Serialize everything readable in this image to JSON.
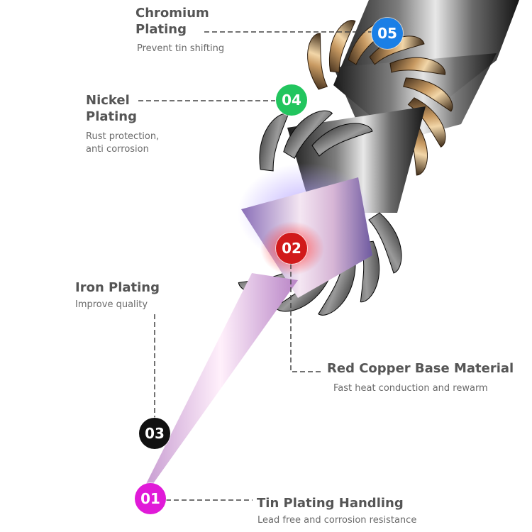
{
  "callouts": [
    {
      "number": "05",
      "title_line1": "Chromium",
      "title_line2": "Plating",
      "desc_line1": "Prevent tin shifting",
      "desc_line2": "",
      "badge_color": "#1a7fe6"
    },
    {
      "number": "04",
      "title_line1": "Nickel",
      "title_line2": "Plating",
      "desc_line1": "Rust protection,",
      "desc_line2": "anti corrosion",
      "badge_color": "#22c55e"
    },
    {
      "number": "03",
      "title_line1": "Iron Plating",
      "title_line2": "",
      "desc_line1": "Improve quality",
      "desc_line2": "",
      "badge_color": "#111111"
    },
    {
      "number": "02",
      "title_line1": "Red Copper Base Material",
      "title_line2": "",
      "desc_line1": "Fast heat conduction and rewarm",
      "desc_line2": "",
      "badge_color": "#d11a1a"
    },
    {
      "number": "01",
      "title_line1": "Tin Plating Handling",
      "title_line2": "",
      "desc_line1": "Lead free and corrosion resistance",
      "desc_line2": "",
      "badge_color": "#e01ad8"
    }
  ]
}
